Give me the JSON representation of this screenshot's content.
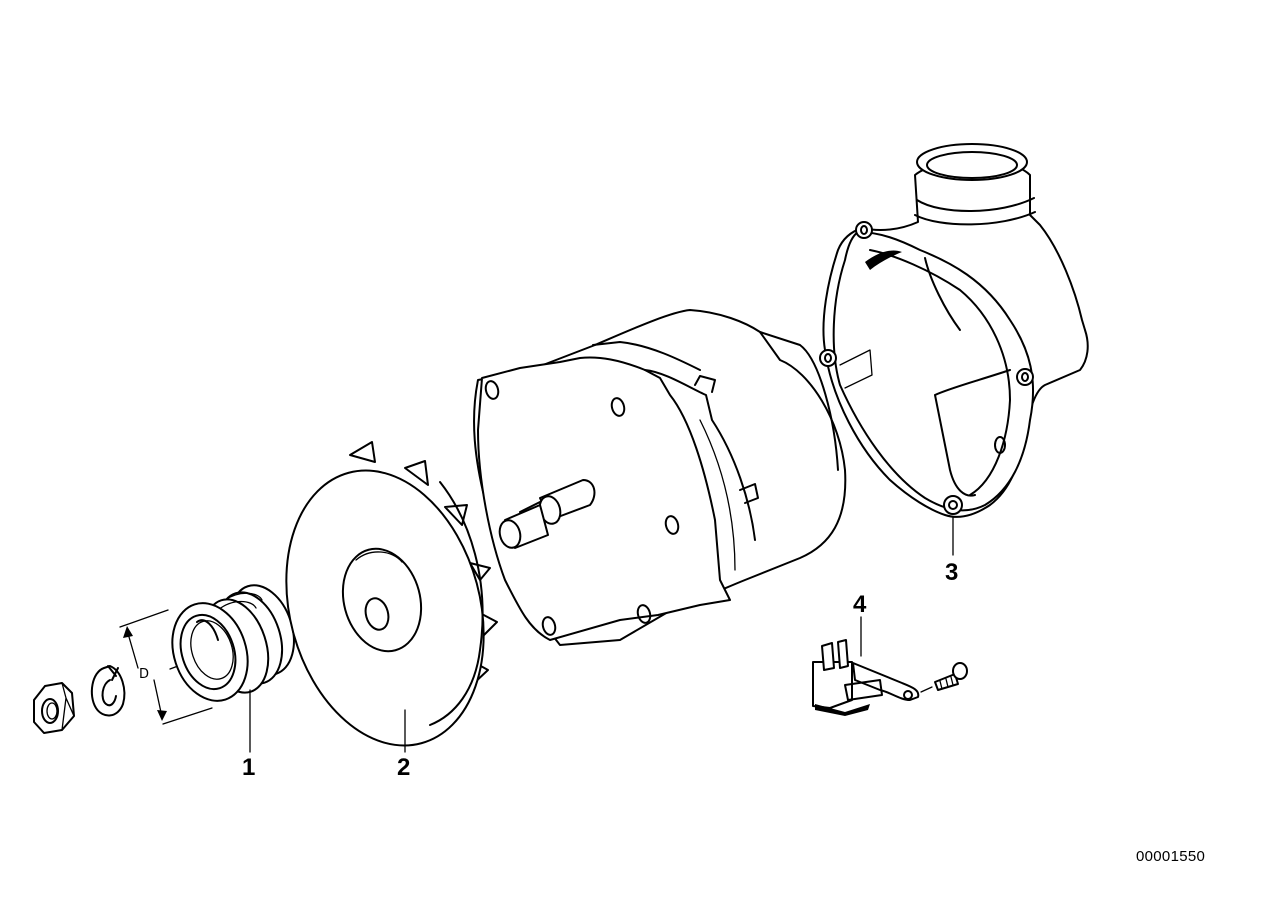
{
  "diagram": {
    "title": "Alternator exploded view",
    "reference_number": "00001550",
    "dimension_label": "D",
    "callouts": [
      {
        "id": "1",
        "label": "1",
        "part": "pulley"
      },
      {
        "id": "2",
        "label": "2",
        "part": "fan"
      },
      {
        "id": "3",
        "label": "3",
        "part": "air-duct-housing"
      },
      {
        "id": "4",
        "label": "4",
        "part": "voltage-regulator-brush-holder"
      }
    ],
    "unlabeled_parts": [
      "hex-nut",
      "spring-washer",
      "alternator-body",
      "screw"
    ],
    "colors": {
      "line": "#000000",
      "background": "#ffffff"
    }
  }
}
